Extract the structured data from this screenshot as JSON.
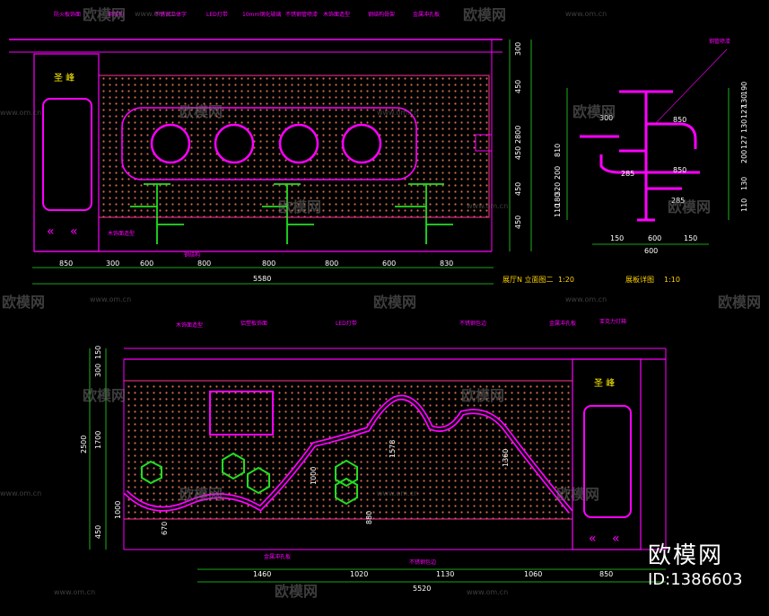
{
  "sign_text": "圣 峰",
  "arrows": "«",
  "top_view": {
    "bottom_dims": [
      "850",
      "300",
      "600",
      "800",
      "800",
      "800",
      "600",
      "830"
    ],
    "total": "5580",
    "side_dims": [
      "300",
      "450",
      "2800",
      "450",
      "450",
      "450"
    ],
    "notes": [
      "防火板饰面",
      "钢结构",
      "不锈钢立体字",
      "LED灯带",
      "10mm钢化玻璃",
      "不锈钢管喷漆",
      "木饰面造型",
      "钢结构骨架",
      "金属冲孔板"
    ],
    "title": "展厅N 立面图二",
    "scale": "1:20"
  },
  "detail": {
    "title": "展板详图",
    "scale": "1:10",
    "dims_top": [
      "300",
      "850",
      "285",
      "850",
      "285"
    ],
    "dims_bottom": [
      "150",
      "600",
      "150"
    ],
    "total_width": "600",
    "left_dims": [
      "810",
      "200",
      "320",
      "180",
      "110"
    ],
    "right_dims": [
      "190",
      "130",
      "127",
      "130",
      "127",
      "200",
      "130",
      "110"
    ],
    "note": "钢管喷漆"
  },
  "bottom_view": {
    "left_dims": [
      "150",
      "300",
      "2500",
      "1700",
      "450"
    ],
    "inner_dims": [
      "1000",
      "670",
      "880",
      "1000",
      "1578",
      "1360"
    ],
    "bottom_dims": [
      "1460",
      "1020",
      "1130",
      "1060",
      "850"
    ],
    "total": "5520",
    "notes": [
      "木饰面造型",
      "铝塑板饰面",
      "LED灯带",
      "不锈钢包边",
      "金属冲孔板",
      "亚克力灯箱"
    ]
  },
  "watermarks": {
    "site": "www.om.cn",
    "logo": "欧模网"
  },
  "brand": {
    "name": "欧模网",
    "id": "ID:1386603"
  }
}
